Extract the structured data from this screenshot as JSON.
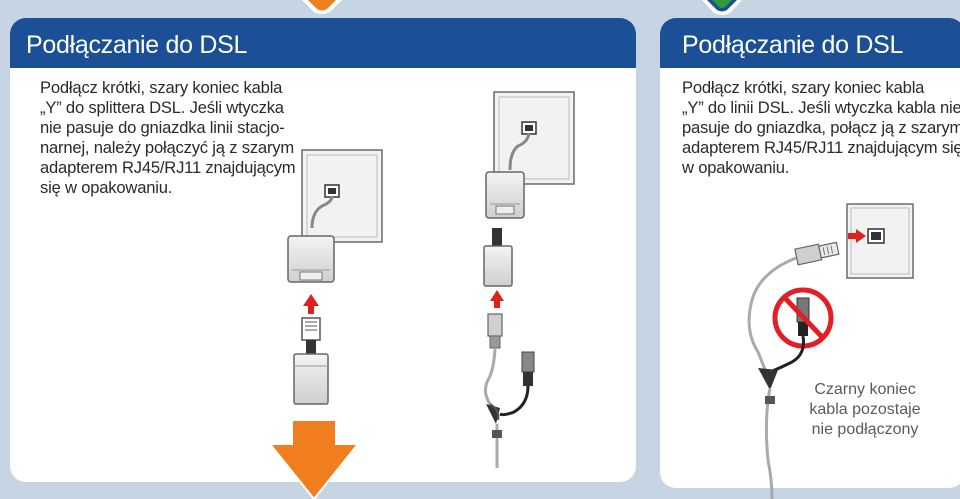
{
  "left_panel": {
    "title": "Podłączanie do DSL",
    "text": "Podłącz krótki, szary koniec kabla\n„Y” do splittera DSL. Jeśli wtyczka\nnie pasuje do gniazdka linii stacjo-\nnarnej, należy połączyć ją z szarym\nadapterem RJ45/RJ11 znajdującym\nsię w opakowaniu."
  },
  "right_panel": {
    "title": "Podłączanie do DSL",
    "text": "Podłącz krótki, szary koniec kabla\n„Y” do linii DSL. Jeśli wtyczka kabla nie\npasuje do gniazdka, połącz ją z szarym\nadapterem RJ45/RJ11 znajdującym się\nw opakowaniu.",
    "note": "Czarny koniec\nkabla pozostaje\nnie podłączony"
  },
  "colors": {
    "header_blue": "#1b4f96",
    "background": "#c7d4e3",
    "arrow_orange": "#f07d1e",
    "arrow_red": "#e0201c",
    "prohibited_red": "#e31e24",
    "badge_green": "#2e9a3a"
  },
  "icons": [
    "orange-down-arrow-icon",
    "red-up-arrow-icon",
    "red-right-arrow-icon",
    "prohibited-icon"
  ]
}
